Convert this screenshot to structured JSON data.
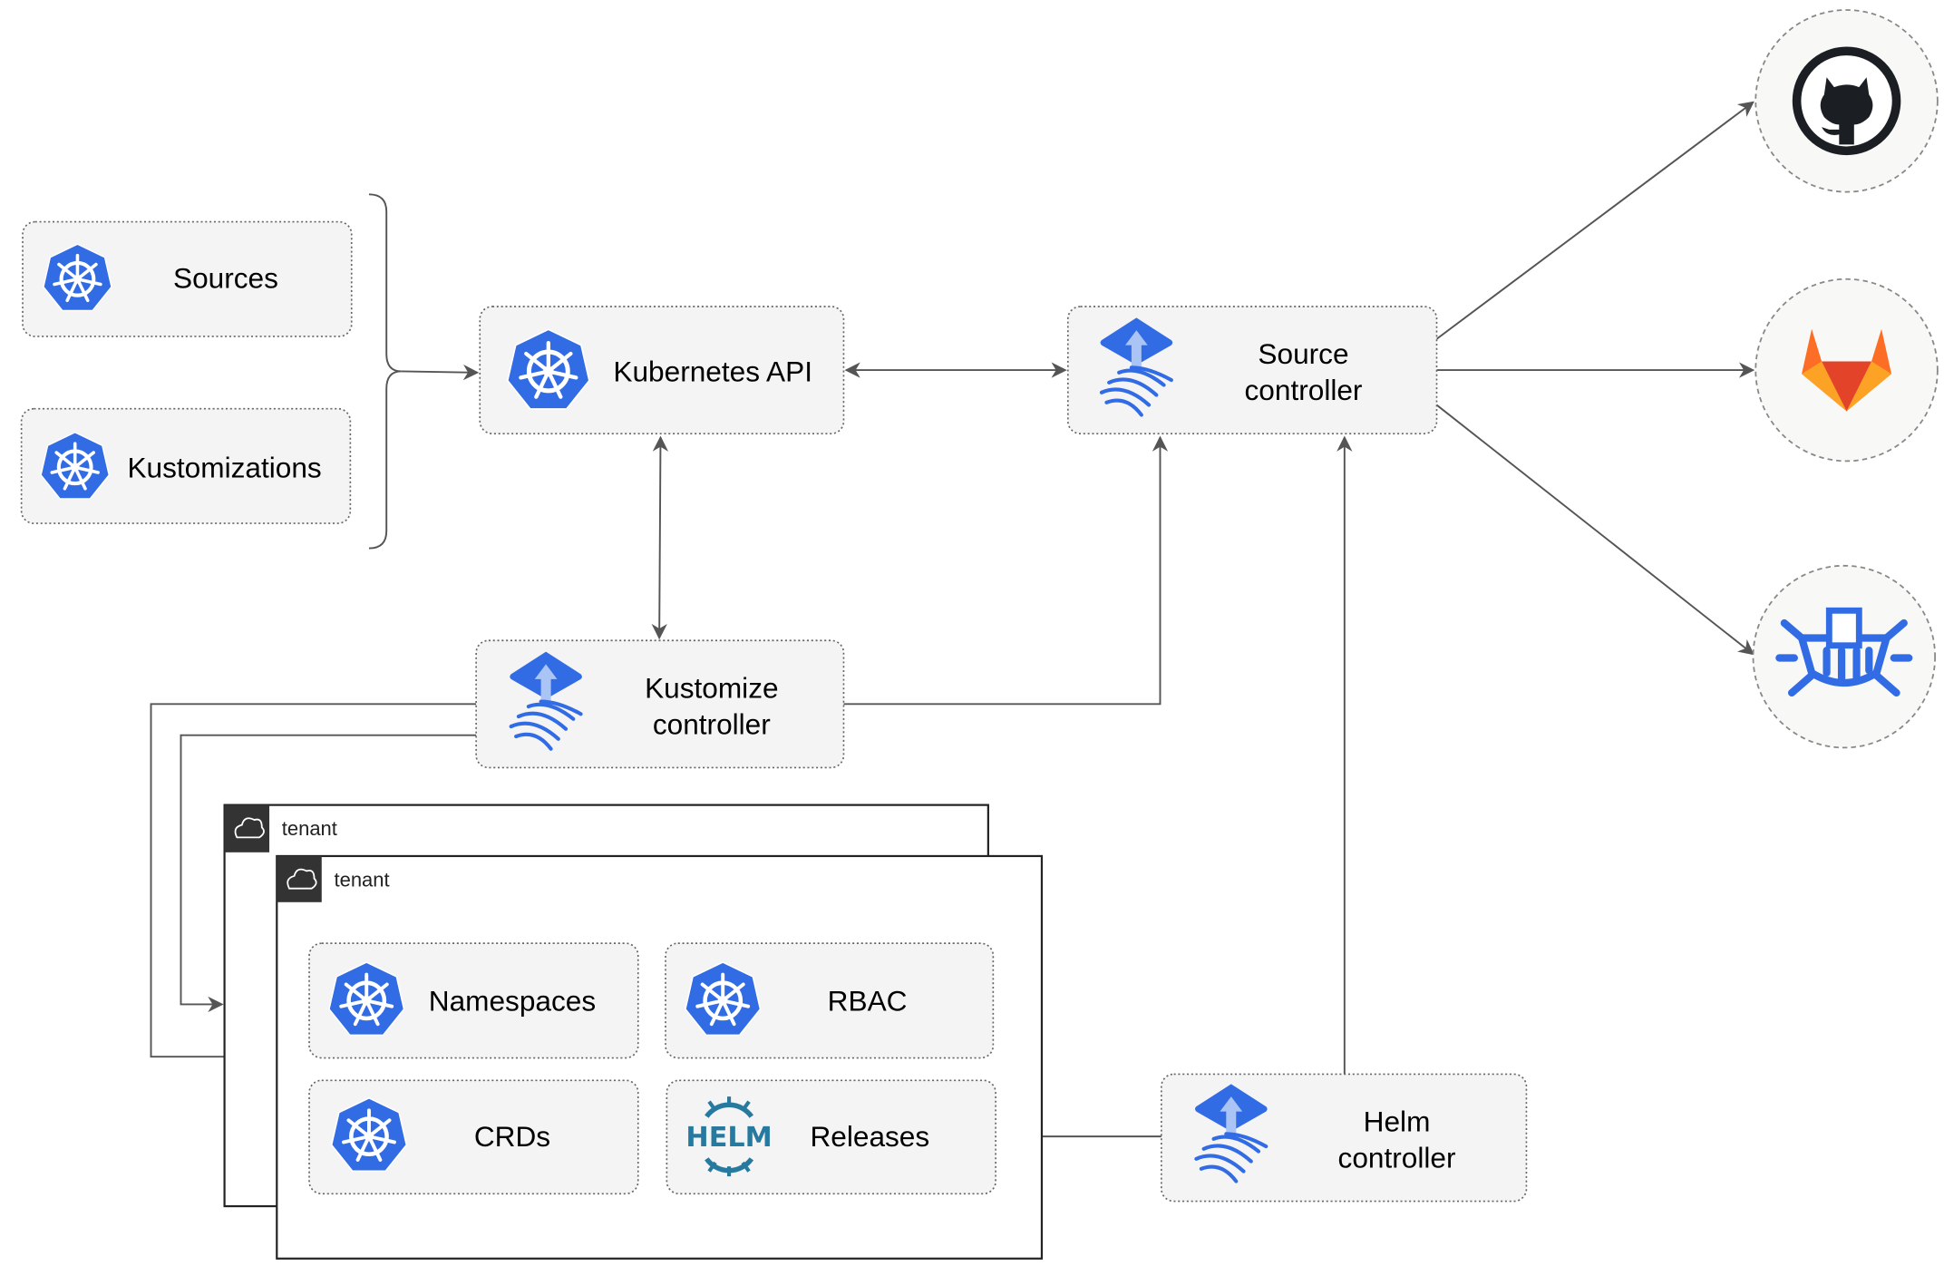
{
  "nodes": {
    "sources": "Sources",
    "kustomizations": "Kustomizations",
    "kubernetes_api": "Kubernetes API",
    "source_controller": [
      "Source",
      "controller"
    ],
    "kustomize_controller": [
      "Kustomize",
      "controller"
    ],
    "helm_controller": [
      "Helm",
      "controller"
    ],
    "namespaces": "Namespaces",
    "rbac": "RBAC",
    "crds": "CRDs",
    "releases": "Releases",
    "helm_logo_text": "HELM"
  },
  "tenants": [
    "tenant",
    "tenant"
  ],
  "external_sources": [
    {
      "icon": "github-icon"
    },
    {
      "icon": "gitlab-icon"
    },
    {
      "icon": "bucket-icon"
    }
  ],
  "colors": {
    "kubernetes_blue": "#326ce5",
    "helm_blue": "#277a9f",
    "gitlab_orange": "#e24329",
    "box_fill": "#f4f4f4"
  }
}
